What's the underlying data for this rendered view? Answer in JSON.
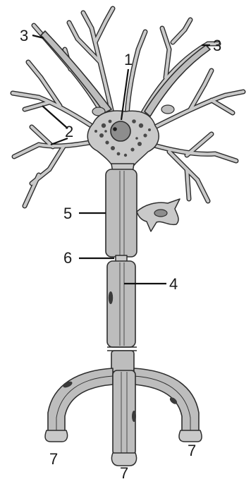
{
  "labels": {
    "l1": "1",
    "l2": "2",
    "l3_left": "3",
    "l3_right": "3",
    "l4": "4",
    "l5": "5",
    "l6": "6",
    "l7_left": "7",
    "l7_center": "7",
    "l7_right": "7"
  },
  "colors": {
    "tissue": "#c9c9c9",
    "sheath": "#bdbdbd",
    "outline": "#2e2e2e",
    "granule": "#4a4a4a",
    "nucleus": "#8d8d8d"
  }
}
